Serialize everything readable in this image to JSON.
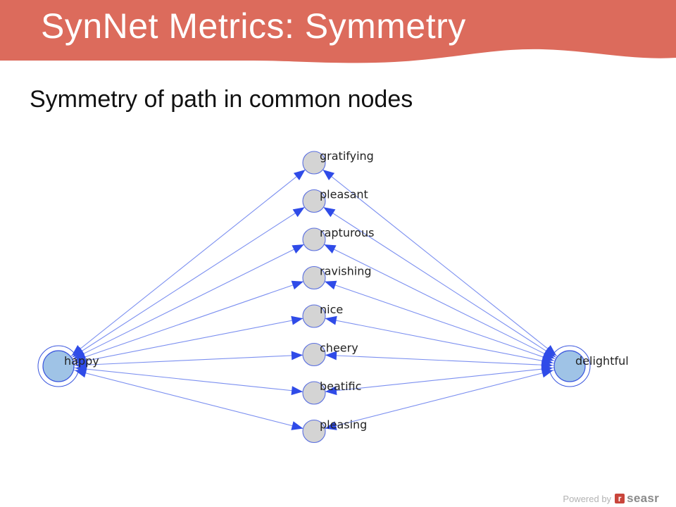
{
  "slide": {
    "title": "SynNet Metrics: Symmetry",
    "subtitle": "Symmetry of path in common nodes"
  },
  "colors": {
    "banner": "#dc6b5c",
    "edge": "#7b8ff0",
    "arrowhead": "#2f4be8",
    "end_node_fill": "#9fc3e6",
    "end_node_stroke": "#3a56de",
    "mid_node_fill": "#d4d4d4",
    "mid_node_stroke": "#5a6fe0"
  },
  "graph": {
    "source": {
      "id": "happy",
      "label": "happy"
    },
    "target": {
      "id": "delightful",
      "label": "delightful"
    },
    "common_nodes": [
      {
        "id": "gratifying",
        "label": "gratifying"
      },
      {
        "id": "pleasant",
        "label": "pleasant"
      },
      {
        "id": "rapturous",
        "label": "rapturous"
      },
      {
        "id": "ravishing",
        "label": "ravishing"
      },
      {
        "id": "nice",
        "label": "nice"
      },
      {
        "id": "cheery",
        "label": "cheery"
      },
      {
        "id": "beatific",
        "label": "beatific"
      },
      {
        "id": "pleasing",
        "label": "pleasing"
      }
    ],
    "edges": "bidirectional: source <-> each common node <-> target"
  },
  "footer": {
    "powered_by": "Powered by",
    "logo_mark": "r",
    "logo_text": "seasr"
  }
}
